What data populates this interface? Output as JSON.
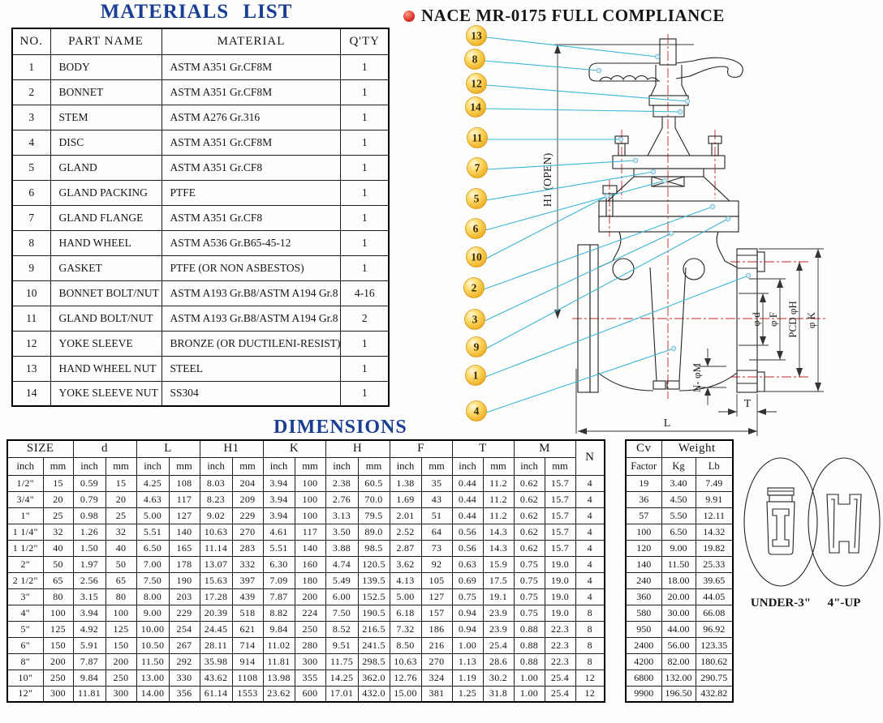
{
  "materials": {
    "title": "MATERIALS LIST",
    "headers": [
      "NO.",
      "PART NAME",
      "MATERIAL",
      "Q'TY"
    ],
    "rows": [
      [
        "1",
        "BODY",
        "ASTM A351 Gr.CF8M",
        "1"
      ],
      [
        "2",
        "BONNET",
        "ASTM A351 Gr.CF8M",
        "1"
      ],
      [
        "3",
        "STEM",
        "ASTM A276 Gr.316",
        "1"
      ],
      [
        "4",
        "DISC",
        "ASTM A351 Gr.CF8M",
        "1"
      ],
      [
        "5",
        "GLAND",
        "ASTM A351 Gr.CF8",
        "1"
      ],
      [
        "6",
        "GLAND PACKING",
        "PTFE",
        "1"
      ],
      [
        "7",
        "GLAND FLANGE",
        "ASTM A351 Gr.CF8",
        "1"
      ],
      [
        "8",
        "HAND WHEEL",
        "ASTM A536 Gr.B65-45-12",
        "1"
      ],
      [
        "9",
        "GASKET",
        "PTFE (OR NON ASBESTOS)",
        "1"
      ],
      [
        "10",
        "BONNET BOLT/NUT",
        "ASTM A193 Gr.B8/ASTM A194 Gr.8",
        "4-16"
      ],
      [
        "11",
        "GLAND BOLT/NUT",
        "ASTM A193 Gr.B8/ASTM A194 Gr.8",
        "2"
      ],
      [
        "12",
        "YOKE SLEEVE",
        "BRONZE (OR DUCTILENI-RESIST)",
        "1"
      ],
      [
        "13",
        "HAND WHEEL NUT",
        "STEEL",
        "1"
      ],
      [
        "14",
        "YOKE SLEEVE NUT",
        "SS304",
        "1"
      ]
    ]
  },
  "compliance": {
    "text": "NACE MR-0175 FULL COMPLIANCE"
  },
  "drawing": {
    "callouts": [
      "13",
      "8",
      "12",
      "14",
      "11",
      "7",
      "5",
      "6",
      "10",
      "2",
      "3",
      "9",
      "1",
      "4"
    ],
    "labels": {
      "h1": "H1 (OPEN)",
      "l": "L",
      "t": "T",
      "nm": "N- φM",
      "d": "φ d",
      "f": "φ F",
      "pcd": "PCD φH",
      "k": "φ K"
    }
  },
  "dimensions": {
    "title": "DIMENSIONS",
    "groups": [
      "SIZE",
      "d",
      "L",
      "H1",
      "K",
      "H",
      "F",
      "T",
      "M"
    ],
    "n_label": "N",
    "cv_label": "Cv",
    "cv_sub": "Factor",
    "weight_label": "Weight",
    "unit_subs": [
      "inch",
      "mm"
    ],
    "weight_subs": [
      "Kg",
      "Lb"
    ],
    "rows": [
      [
        "1/2\"",
        "15",
        "0.59",
        "15",
        "4.25",
        "108",
        "8.03",
        "204",
        "3.94",
        "100",
        "2.38",
        "60.5",
        "1.38",
        "35",
        "0.44",
        "11.2",
        "0.62",
        "15.7",
        "4",
        "19",
        "3.40",
        "7.49"
      ],
      [
        "3/4\"",
        "20",
        "0.79",
        "20",
        "4.63",
        "117",
        "8.23",
        "209",
        "3.94",
        "100",
        "2.76",
        "70.0",
        "1.69",
        "43",
        "0.44",
        "11.2",
        "0.62",
        "15.7",
        "4",
        "36",
        "4.50",
        "9.91"
      ],
      [
        "1\"",
        "25",
        "0.98",
        "25",
        "5.00",
        "127",
        "9.02",
        "229",
        "3.94",
        "100",
        "3.13",
        "79.5",
        "2.01",
        "51",
        "0.44",
        "11.2",
        "0.62",
        "15.7",
        "4",
        "57",
        "5.50",
        "12.11"
      ],
      [
        "1 1/4\"",
        "32",
        "1.26",
        "32",
        "5.51",
        "140",
        "10.63",
        "270",
        "4.61",
        "117",
        "3.50",
        "89.0",
        "2.52",
        "64",
        "0.56",
        "14.3",
        "0.62",
        "15.7",
        "4",
        "100",
        "6.50",
        "14.32"
      ],
      [
        "1 1/2\"",
        "40",
        "1.50",
        "40",
        "6.50",
        "165",
        "11.14",
        "283",
        "5.51",
        "140",
        "3.88",
        "98.5",
        "2.87",
        "73",
        "0.56",
        "14.3",
        "0.62",
        "15.7",
        "4",
        "120",
        "9.00",
        "19.82"
      ],
      [
        "2\"",
        "50",
        "1.97",
        "50",
        "7.00",
        "178",
        "13.07",
        "332",
        "6.30",
        "160",
        "4.74",
        "120.5",
        "3.62",
        "92",
        "0.63",
        "15.9",
        "0.75",
        "19.0",
        "4",
        "140",
        "11.50",
        "25.33"
      ],
      [
        "2 1/2\"",
        "65",
        "2.56",
        "65",
        "7.50",
        "190",
        "15.63",
        "397",
        "7.09",
        "180",
        "5.49",
        "139.5",
        "4.13",
        "105",
        "0.69",
        "17.5",
        "0.75",
        "19.0",
        "4",
        "240",
        "18.00",
        "39.65"
      ],
      [
        "3\"",
        "80",
        "3.15",
        "80",
        "8.00",
        "203",
        "17.28",
        "439",
        "7.87",
        "200",
        "6.00",
        "152.5",
        "5.00",
        "127",
        "0.75",
        "19.1",
        "0.75",
        "19.0",
        "4",
        "360",
        "20.00",
        "44.05"
      ],
      [
        "4\"",
        "100",
        "3.94",
        "100",
        "9.00",
        "229",
        "20.39",
        "518",
        "8.82",
        "224",
        "7.50",
        "190.5",
        "6.18",
        "157",
        "0.94",
        "23.9",
        "0.75",
        "19.0",
        "8",
        "580",
        "30.00",
        "66.08"
      ],
      [
        "5\"",
        "125",
        "4.92",
        "125",
        "10.00",
        "254",
        "24.45",
        "621",
        "9.84",
        "250",
        "8.52",
        "216.5",
        "7.32",
        "186",
        "0.94",
        "23.9",
        "0.88",
        "22.3",
        "8",
        "950",
        "44.00",
        "96.92"
      ],
      [
        "6\"",
        "150",
        "5.91",
        "150",
        "10.50",
        "267",
        "28.11",
        "714",
        "11.02",
        "280",
        "9.51",
        "241.5",
        "8.50",
        "216",
        "1.00",
        "25.4",
        "0.88",
        "22.3",
        "8",
        "2400",
        "56.00",
        "123.35"
      ],
      [
        "8\"",
        "200",
        "7.87",
        "200",
        "11.50",
        "292",
        "35.98",
        "914",
        "11.81",
        "300",
        "11.75",
        "298.5",
        "10.63",
        "270",
        "1.13",
        "28.6",
        "0.88",
        "22.3",
        "8",
        "4200",
        "82.00",
        "180.62"
      ],
      [
        "10\"",
        "250",
        "9.84",
        "250",
        "13.00",
        "330",
        "43.62",
        "1108",
        "13.98",
        "355",
        "14.25",
        "362.0",
        "12.76",
        "324",
        "1.19",
        "30.2",
        "1.00",
        "25.4",
        "12",
        "6800",
        "132.00",
        "290.75"
      ],
      [
        "12\"",
        "300",
        "11.81",
        "300",
        "14.00",
        "356",
        "61.14",
        "1553",
        "23.62",
        "600",
        "17.01",
        "432.0",
        "15.00",
        "381",
        "1.25",
        "31.8",
        "1.00",
        "25.4",
        "12",
        "9900",
        "196.50",
        "432.82"
      ]
    ]
  },
  "wedges": {
    "left_label": "UNDER-3\"",
    "right_label": "4\"-UP"
  }
}
